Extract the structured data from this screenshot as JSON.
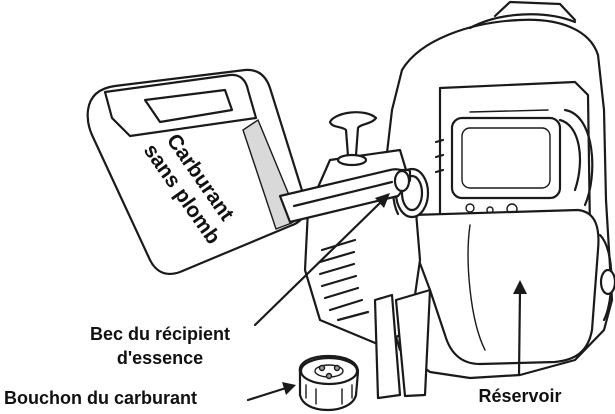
{
  "labels": {
    "can_text_line1": "Carburant",
    "can_text_line2": "sans plomb",
    "spout_label_line1": "Bec du récipient",
    "spout_label_line2": "d'essence",
    "cap_label": "Bouchon du carburant",
    "tank_label": "Réservoir"
  },
  "colors": {
    "ink": "#1a1a1a",
    "shade": "#d9d9d9",
    "background": "#ffffff"
  }
}
